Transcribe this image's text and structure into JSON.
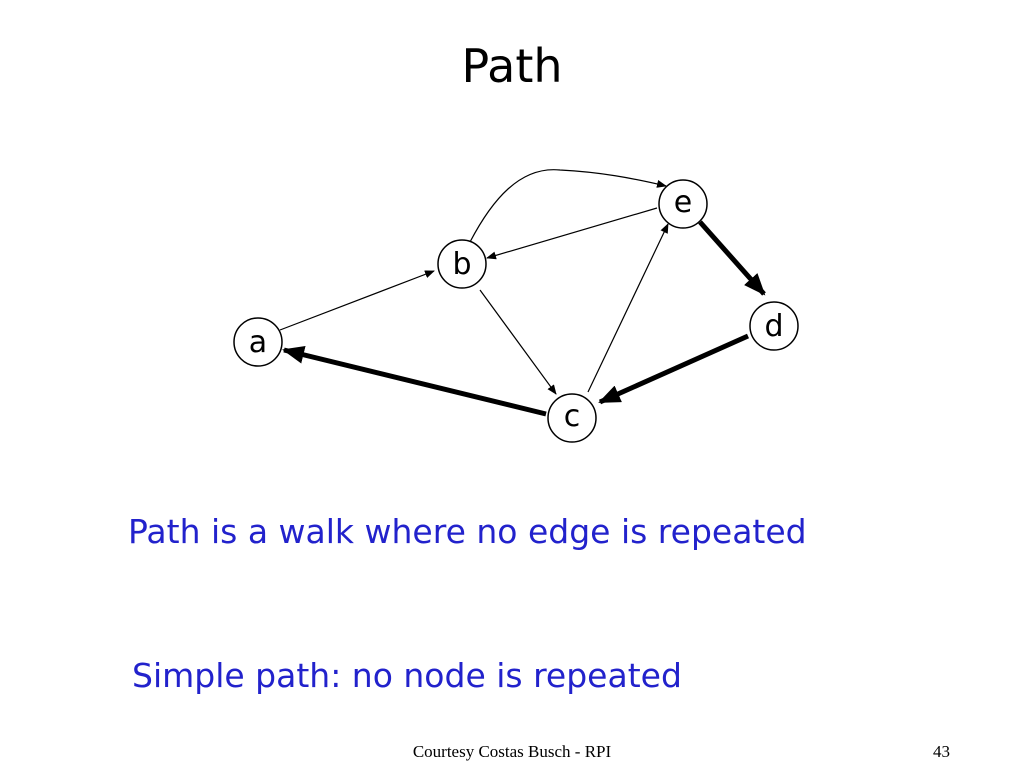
{
  "title": "Path",
  "graph": {
    "nodes": [
      {
        "id": "a",
        "label": "a"
      },
      {
        "id": "b",
        "label": "b"
      },
      {
        "id": "c",
        "label": "c"
      },
      {
        "id": "d",
        "label": "d"
      },
      {
        "id": "e",
        "label": "e"
      }
    ],
    "edges": [
      {
        "from": "a",
        "to": "b",
        "bold": false
      },
      {
        "from": "b",
        "to": "c",
        "bold": false
      },
      {
        "from": "c",
        "to": "e",
        "bold": false
      },
      {
        "from": "e",
        "to": "b",
        "bold": false
      },
      {
        "from": "b",
        "to": "e",
        "bold": false,
        "curved": true
      },
      {
        "from": "e",
        "to": "d",
        "bold": true
      },
      {
        "from": "d",
        "to": "c",
        "bold": true
      },
      {
        "from": "c",
        "to": "a",
        "bold": true
      }
    ]
  },
  "text": {
    "line1": "Path is a walk where no edge is repeated",
    "line2": "Simple path: no node is repeated"
  },
  "footer": {
    "credit": "Courtesy Costas Busch - RPI",
    "page": "43"
  },
  "colors": {
    "text_blue": "#2222cc"
  }
}
